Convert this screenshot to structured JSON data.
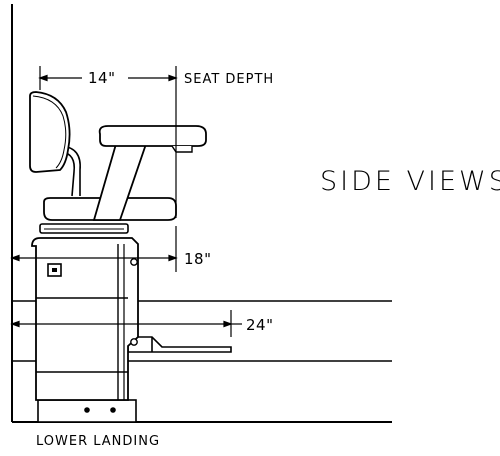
{
  "drawing": {
    "title": "SIDE VIEWS",
    "landing_label": "LOWER LANDING"
  },
  "dimensions": {
    "seat_depth_value": "14\"",
    "seat_depth_label": "SEAT DEPTH",
    "seat_to_wall": "18\"",
    "footrest_to_wall": "24\""
  }
}
